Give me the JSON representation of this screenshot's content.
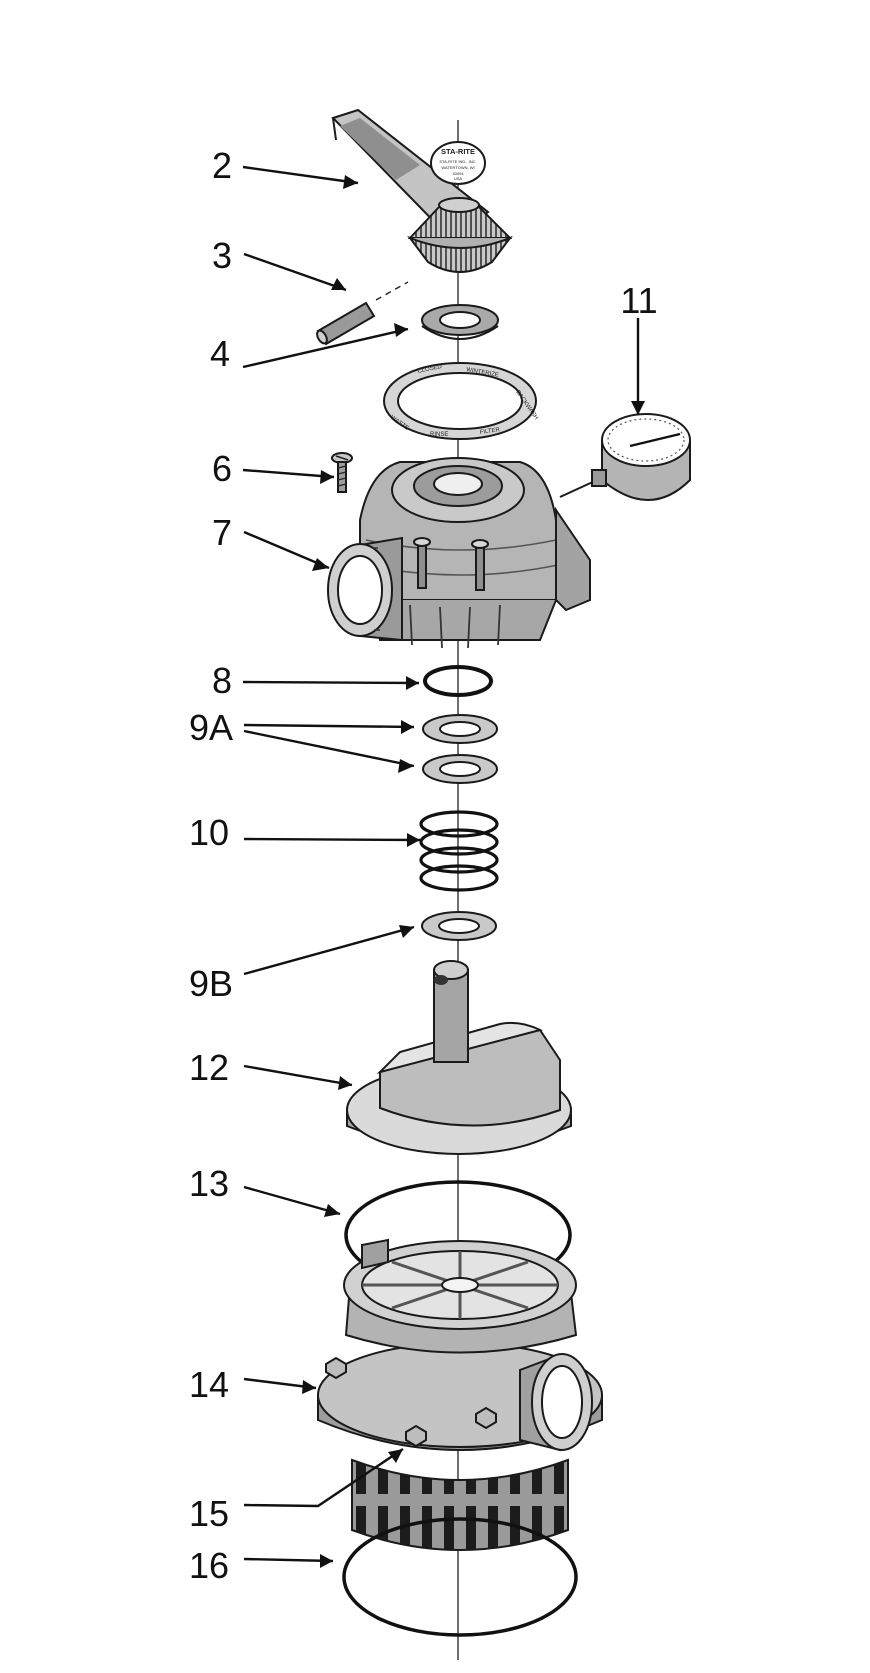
{
  "callouts": [
    {
      "id": "2",
      "text": "2"
    },
    {
      "id": "3",
      "text": "3"
    },
    {
      "id": "4",
      "text": "4"
    },
    {
      "id": "6",
      "text": "6"
    },
    {
      "id": "7",
      "text": "7"
    },
    {
      "id": "8",
      "text": "8"
    },
    {
      "id": "9A",
      "text": "9A"
    },
    {
      "id": "10",
      "text": "10"
    },
    {
      "id": "9B",
      "text": "9B"
    },
    {
      "id": "12",
      "text": "12"
    },
    {
      "id": "13",
      "text": "13"
    },
    {
      "id": "14",
      "text": "14"
    },
    {
      "id": "15",
      "text": "15"
    },
    {
      "id": "16",
      "text": "16"
    },
    {
      "id": "11",
      "text": "11"
    }
  ],
  "decal": {
    "brand": "STA-RITE",
    "line1": "STA-RITE IND., INC.",
    "line2": "WATERTOWN, WI",
    "line3": "53094",
    "line4": "USA"
  },
  "gasket_ring": {
    "words": [
      "CLOSED",
      "WINTERIZE",
      "BACKWASH",
      "FILTER",
      "RINSE",
      "WASTE"
    ]
  },
  "colors": {
    "line": "#1a1a1a",
    "part_fill": "#b8b8b8",
    "part_dark": "#8c8c8c",
    "part_light": "#dedede"
  }
}
